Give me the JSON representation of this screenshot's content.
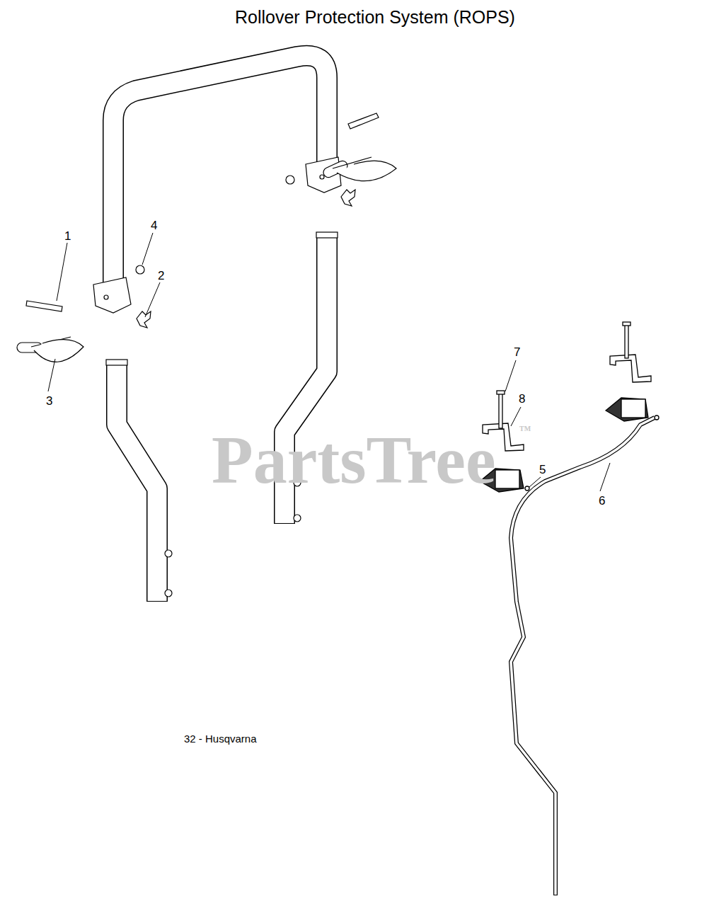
{
  "diagram": {
    "title": "Rollover Protection System (ROPS)",
    "labels": [
      "1",
      "4",
      "2",
      "3",
      "7",
      "8",
      "5",
      "6",
      "32 - Husqvarna",
      "PartsTree",
      "TM"
    ]
  }
}
